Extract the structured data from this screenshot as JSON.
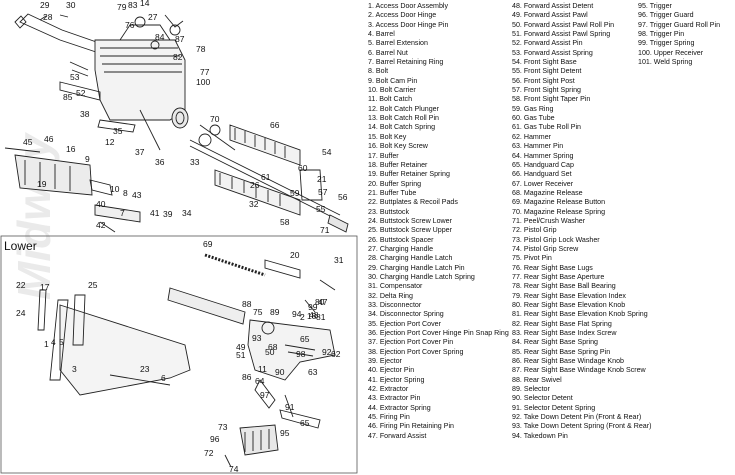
{
  "diagram": {
    "section_lower": "Lower",
    "watermark": "Midway",
    "callouts": [
      "29",
      "30",
      "28",
      "79",
      "83",
      "14",
      "27",
      "76",
      "84",
      "87",
      "78",
      "82",
      "77",
      "100",
      "53",
      "85",
      "52",
      "38",
      "35",
      "37",
      "36",
      "12",
      "33",
      "70",
      "66",
      "45",
      "46",
      "16",
      "9",
      "19",
      "10",
      "8",
      "43",
      "40",
      "7",
      "42",
      "41",
      "39",
      "34",
      "32",
      "26",
      "61",
      "60",
      "59",
      "58",
      "21",
      "57",
      "55",
      "54",
      "56",
      "71",
      "31",
      "69",
      "20",
      "17",
      "25",
      "22",
      "1",
      "3",
      "24",
      "4",
      "5",
      "6",
      "23",
      "88",
      "75",
      "18",
      "89",
      "93",
      "49",
      "51",
      "62",
      "98",
      "92",
      "68",
      "86",
      "64",
      "63",
      "97",
      "91",
      "95",
      "96",
      "73",
      "72",
      "74",
      "94",
      "48",
      "50",
      "2",
      "81",
      "90",
      "65",
      "11",
      "47",
      "99",
      "65",
      "80"
    ]
  },
  "legend": {
    "columns": [
      [
        "1. Access Door Assembly",
        "2. Access Door Hinge",
        "3. Access Door Hinge Pin",
        "4. Barrel",
        "5. Barrel Extension",
        "6. Barrel Nut",
        "7. Barrel Retaining Ring",
        "8. Bolt",
        "9. Bolt Cam Pin",
        "10. Bolt Carrier",
        "11. Bolt Catch",
        "12. Bolt Catch Plunger",
        "13. Bolt Catch Roll Pin",
        "14. Bolt Catch Spring",
        "15. Bolt Key",
        "16. Bolt Key Screw",
        "17. Buffer",
        "18. Buffer Retainer",
        "19. Buffer Retainer Spring",
        "20. Buffer Spring",
        "21. Buffer Tube",
        "22. Buttplates & Recoil Pads",
        "23. Buttstock",
        "24. Buttstock Screw Lower",
        "25. Buttstock Screw Upper",
        "26. Buttstock Spacer",
        "27. Charging Handle",
        "28. Charging Handle Latch",
        "29. Charging Handle Latch Pin",
        "30. Charging Handle Latch Spring",
        "31. Compensator",
        "32. Delta Ring",
        "33. Disconnector",
        "34. Disconnector Spring",
        "35. Ejection Port Cover",
        "36. Ejection Port Cover Hinge Pin Snap Ring",
        "37. Ejection Port Cover Pin",
        "38. Ejection Port Cover Spring",
        "39. Ejector",
        "40. Ejector Pin",
        "41. Ejector Spring",
        "42. Extractor",
        "43. Extractor Pin",
        "44. Extractor Spring",
        "45. Firing Pin",
        "46. Firing Pin Retaining Pin",
        "47. Forward Assist"
      ],
      [
        "48. Forward Assist Detent",
        "49. Forward Assist Pawl",
        "50. Forward Assist Pawl Roll Pin",
        "51. Forward Assist Pawl Spring",
        "52. Forward Assist Pin",
        "53. Forward Assist Spring",
        "54. Front Sight Base",
        "55. Front Sight Detent",
        "56. Front Sight Post",
        "57. Front Sight Spring",
        "58. Front Sight Taper Pin",
        "59. Gas Ring",
        "60. Gas Tube",
        "61. Gas Tube Roll Pin",
        "62. Hammer",
        "63. Hammer Pin",
        "64. Hammer Spring",
        "65. Handguard Cap",
        "66. Handguard Set",
        "67. Lower Receiver",
        "68. Magazine Release",
        "69. Magazine Release Button",
        "70. Magazine Release Spring",
        "71. Peel/Crush Washer",
        "72. Pistol Grip",
        "73. Pistol Grip Lock Washer",
        "74. Pistol Grip Screw",
        "75. Pivot Pin",
        "76. Rear Sight Base Lugs",
        "77. Rear Sight Base Aperture",
        "78. Rear Sight Base Ball Bearing",
        "79. Rear Sight Base Elevation Index",
        "80. Rear Sight Base Elevation Knob",
        "81. Rear Sight Base Elevation Knob Spring",
        "82. Rear Sight Base Flat Spring",
        "83. Rear Sight Base Index Screw",
        "84. Rear Sight Base Spring",
        "85. Rear Sight Base Spring Pin",
        "86. Rear Sight Base Windage Knob",
        "87. Rear Sight Base Windage Knob Screw",
        "88. Rear Swivel",
        "89. Selector",
        "90. Selector Detent",
        "91. Selector Detent Spring",
        "92. Take Down Detent Pin (Front & Rear)",
        "93. Take Down Detent Spring (Front & Rear)",
        "94. Takedown Pin"
      ],
      [
        "95. Trigger",
        "96. Trigger Guard",
        "97. Trigger Guard Roll Pin",
        "98. Trigger Pin",
        "99. Trigger Spring",
        "100. Upper Receiver",
        "101. Weld Spring"
      ]
    ]
  }
}
